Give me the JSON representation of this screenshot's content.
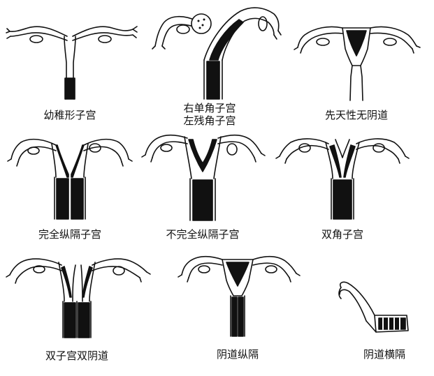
{
  "diagrams": [
    {
      "id": "infantile",
      "label": "幼稚形子宫"
    },
    {
      "id": "unicornuate",
      "label_line1": "右单角子宫",
      "label_line2": "左残角子宫"
    },
    {
      "id": "vaginal-agenesis",
      "label": "先天性无阴道"
    },
    {
      "id": "complete-septate",
      "label": "完全纵隔子宫"
    },
    {
      "id": "incomplete-septate",
      "label": "不完全纵隔子宫"
    },
    {
      "id": "bicornuate",
      "label": "双角子宫"
    },
    {
      "id": "didelphys",
      "label": "双子宫双阴道"
    },
    {
      "id": "longitudinal-vaginal-septum",
      "label": "阴道纵隔"
    },
    {
      "id": "transverse-vaginal-septum",
      "label": "阴道横隔"
    }
  ],
  "colors": {
    "ink": "#111111",
    "paper": "#ffffff"
  }
}
